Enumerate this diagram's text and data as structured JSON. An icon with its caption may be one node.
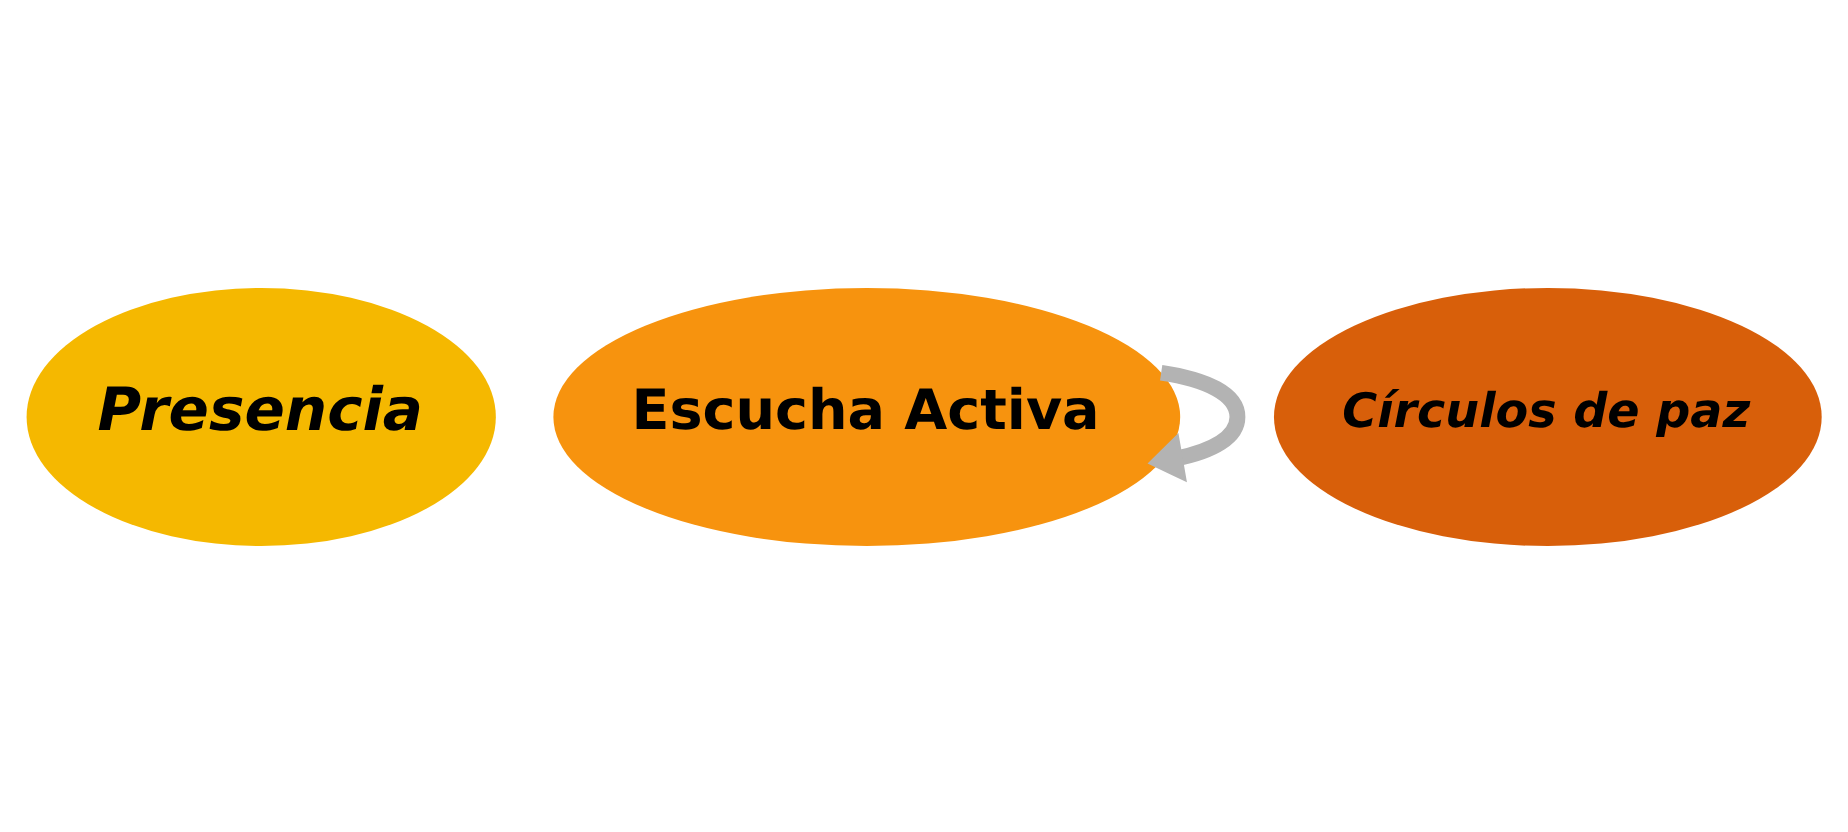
{
  "diagram": {
    "nodes": [
      {
        "text": [
          "Presencia"
        ]
      },
      {
        "text": [
          "Escucha Activa"
        ]
      },
      {
        "text": [
          "Círculos de paz"
        ]
      }
    ],
    "edges": [
      {
        "from": 1,
        "to": 1,
        "arrow": "to"
      }
    ]
  }
}
